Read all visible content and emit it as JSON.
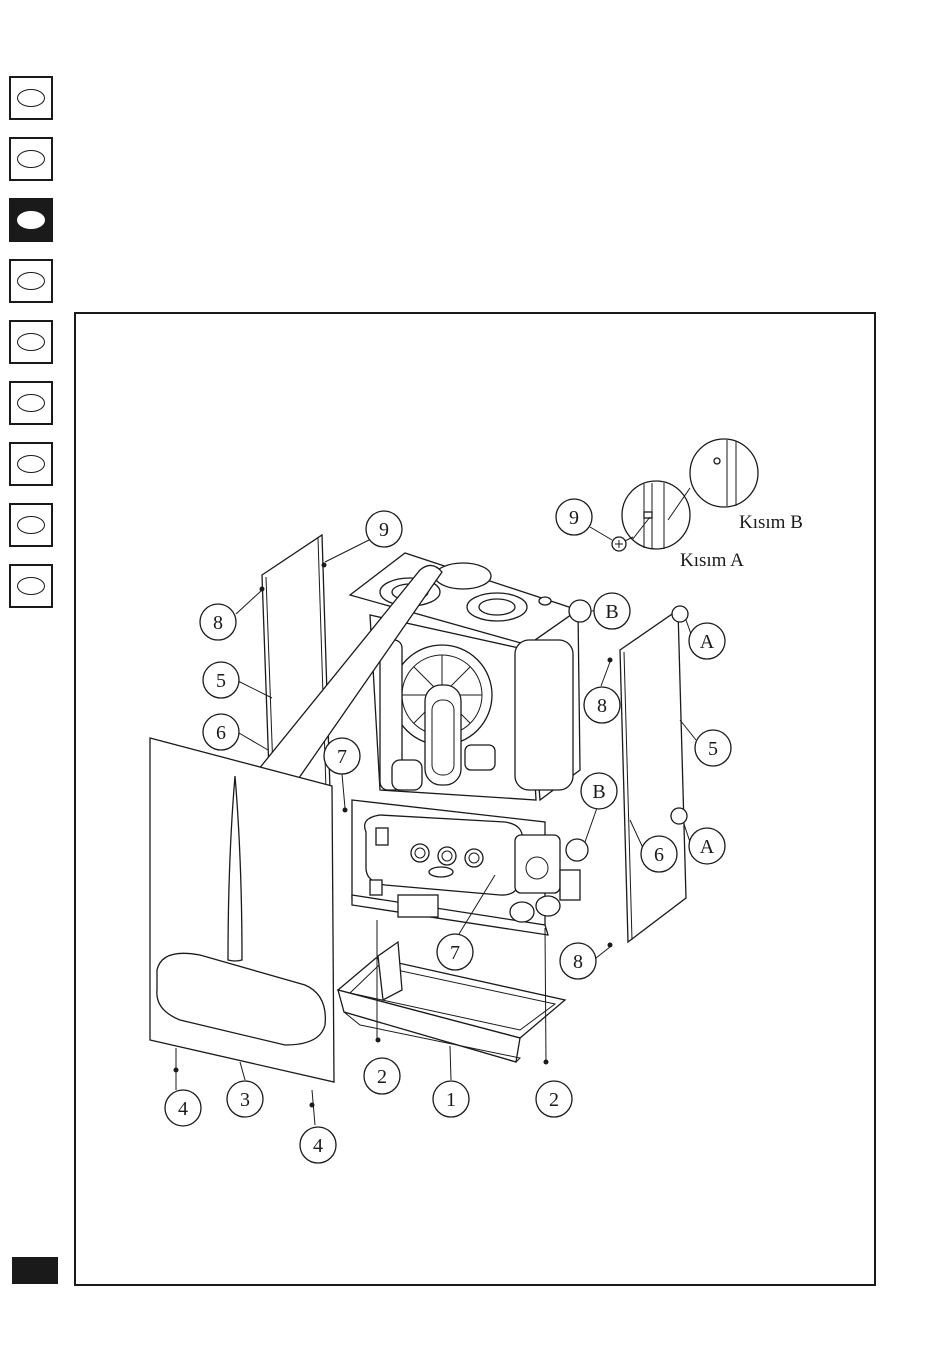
{
  "language_tabs": [
    {
      "id": "lang-1",
      "active": false
    },
    {
      "id": "lang-2",
      "active": false
    },
    {
      "id": "lang-3",
      "active": true
    },
    {
      "id": "lang-4",
      "active": false
    },
    {
      "id": "lang-5",
      "active": false
    },
    {
      "id": "lang-6",
      "active": false
    },
    {
      "id": "lang-7",
      "active": false
    },
    {
      "id": "lang-8",
      "active": false
    },
    {
      "id": "lang-9",
      "active": false
    }
  ],
  "diagram": {
    "detail_labels": {
      "part_a": "Kısım A",
      "part_b": "Kısım B"
    },
    "callouts": {
      "c1": "1",
      "c2a": "2",
      "c2b": "2",
      "c3": "3",
      "c4a": "4",
      "c4b": "4",
      "c5a": "5",
      "c5b": "5",
      "c6a": "6",
      "c6b": "6",
      "c7a": "7",
      "c7b": "7",
      "c8a": "8",
      "c8b": "8",
      "c9a": "9",
      "c9b": "9",
      "cAa": "A",
      "cAb": "A",
      "cBa": "B",
      "cBb": "B"
    }
  },
  "colors": {
    "ink": "#1a1a1a",
    "paper": "#ffffff"
  }
}
